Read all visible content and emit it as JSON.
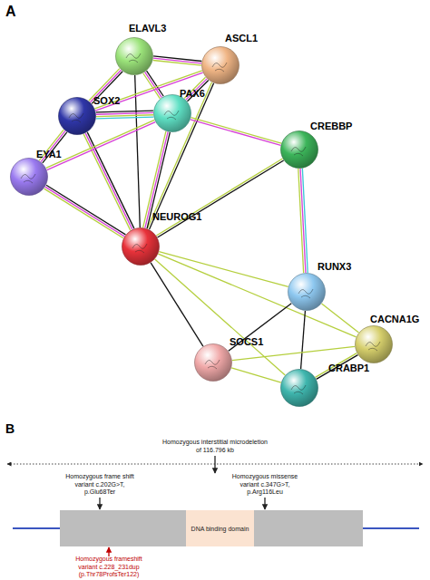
{
  "diagram": {
    "nodes": [
      {
        "text": [
          "ELAVL3"
        ]
      },
      {
        "text": [
          "ASCL1"
        ]
      },
      {
        "text": [
          "SOX2"
        ]
      },
      {
        "text": [
          "PAX6"
        ]
      },
      {
        "text": [
          "EYA1"
        ]
      },
      {
        "text": [
          "CREBBP"
        ]
      },
      {
        "text": [
          "NEUROG1"
        ]
      },
      {
        "text": [
          "RUNX3"
        ]
      },
      {
        "text": [
          "CACNA1G"
        ]
      },
      {
        "text": [
          "SOCS1"
        ]
      },
      {
        "text": [
          "CRABP1"
        ]
      },
      {
        "text": [
          "DNA binding domain"
        ]
      }
    ],
    "edges": [
      {
        "from": 0,
        "to": 1,
        "arrow": "none"
      },
      {
        "from": 0,
        "to": 2,
        "arrow": "none"
      },
      {
        "from": 0,
        "to": 3,
        "arrow": "none"
      },
      {
        "from": 0,
        "to": 6,
        "arrow": "none"
      },
      {
        "from": 1,
        "to": 2,
        "arrow": "none"
      },
      {
        "from": 1,
        "to": 3,
        "arrow": "none"
      },
      {
        "from": 1,
        "to": 6,
        "arrow": "none"
      },
      {
        "from": 2,
        "to": 3,
        "arrow": "none"
      },
      {
        "from": 2,
        "to": 4,
        "arrow": "none"
      },
      {
        "from": 2,
        "to": 6,
        "arrow": "none"
      },
      {
        "from": 3,
        "to": 6,
        "arrow": "none"
      },
      {
        "from": 4,
        "to": 3,
        "arrow": "none"
      },
      {
        "from": 4,
        "to": 6,
        "arrow": "none"
      },
      {
        "from": 3,
        "to": 5,
        "arrow": "none"
      },
      {
        "from": 5,
        "to": 6,
        "arrow": "none"
      },
      {
        "from": 5,
        "to": 7,
        "arrow": "none"
      },
      {
        "from": 6,
        "to": 7,
        "arrow": "none"
      },
      {
        "from": 6,
        "to": 9,
        "arrow": "none"
      },
      {
        "from": 6,
        "to": 10,
        "arrow": "none"
      },
      {
        "from": 6,
        "to": 8,
        "arrow": "none"
      },
      {
        "from": 7,
        "to": 9,
        "arrow": "none"
      },
      {
        "from": 7,
        "to": 8,
        "arrow": "none"
      },
      {
        "from": 7,
        "to": 10,
        "arrow": "none"
      },
      {
        "from": 9,
        "to": 8,
        "arrow": "none"
      },
      {
        "from": 9,
        "to": 10,
        "arrow": "none"
      },
      {
        "from": 8,
        "to": 10,
        "arrow": "none"
      }
    ],
    "labels": [
      "A",
      "B",
      "Homozygous interstitial microdeletion of 116.796 kb",
      "Homozygous frame shift variant c.202G>T, p.Glu68Ter",
      "Homozygous missense variant c.347G>T, p.Arg116Leu",
      "Homozygous frameshift variant c.228_231dup (p.Thr78ProfsTer122)"
    ]
  }
}
